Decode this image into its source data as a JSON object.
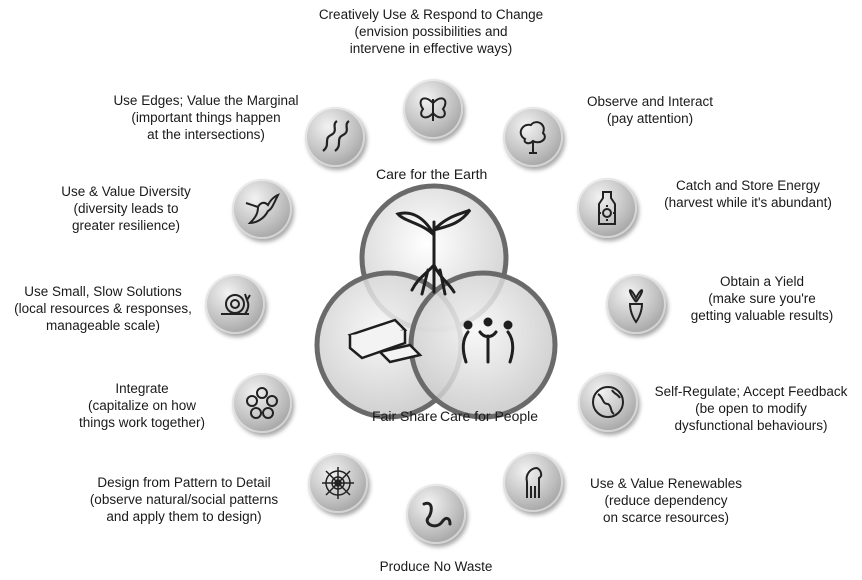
{
  "center": {
    "top_label": "Care for the Earth",
    "left_label": "Fair Share",
    "right_label": "Care for People"
  },
  "principles": [
    {
      "id": "change",
      "title": "Creatively Use & Respond to Change",
      "sub": "(envision possibilities and\nintervene in effective ways)",
      "icon": "butterfly-icon"
    },
    {
      "id": "observe",
      "title": "Observe and Interact",
      "sub": "(pay attention)",
      "icon": "tree-icon"
    },
    {
      "id": "energy",
      "title": "Catch and Store Energy",
      "sub": "(harvest while it's abundant)",
      "icon": "sun-bottle-icon"
    },
    {
      "id": "yield",
      "title": "Obtain a Yield",
      "sub": "(make sure you're\ngetting valuable results)",
      "icon": "carrot-icon"
    },
    {
      "id": "regulate",
      "title": "Self-Regulate; Accept Feedback",
      "sub": "(be open to modify\ndysfunctional behaviours)",
      "icon": "globe-icon"
    },
    {
      "id": "renewables",
      "title": "Use & Value Renewables",
      "sub": "(reduce dependency\non scarce resources)",
      "icon": "horse-icon"
    },
    {
      "id": "waste",
      "title": "Produce No Waste",
      "sub": "",
      "icon": "worm-icon"
    },
    {
      "id": "pattern",
      "title": "Design from Pattern to Detail",
      "sub": "(observe natural/social patterns\nand apply them to design)",
      "icon": "spiderweb-icon"
    },
    {
      "id": "integrate",
      "title": "Integrate",
      "sub": "(capitalize on how\nthings work together)",
      "icon": "integrate-icon"
    },
    {
      "id": "small",
      "title": "Use Small, Slow Solutions",
      "sub": "(local resources & responses,\nmanageable scale)",
      "icon": "snail-icon"
    },
    {
      "id": "diversity",
      "title": "Use & Value Diversity",
      "sub": "(diversity leads to\ngreater resilience)",
      "icon": "hummingbird-icon"
    },
    {
      "id": "edges",
      "title": "Use Edges; Value the Marginal",
      "sub": "(important things happen\nat the intersections)",
      "icon": "river-icon"
    }
  ]
}
